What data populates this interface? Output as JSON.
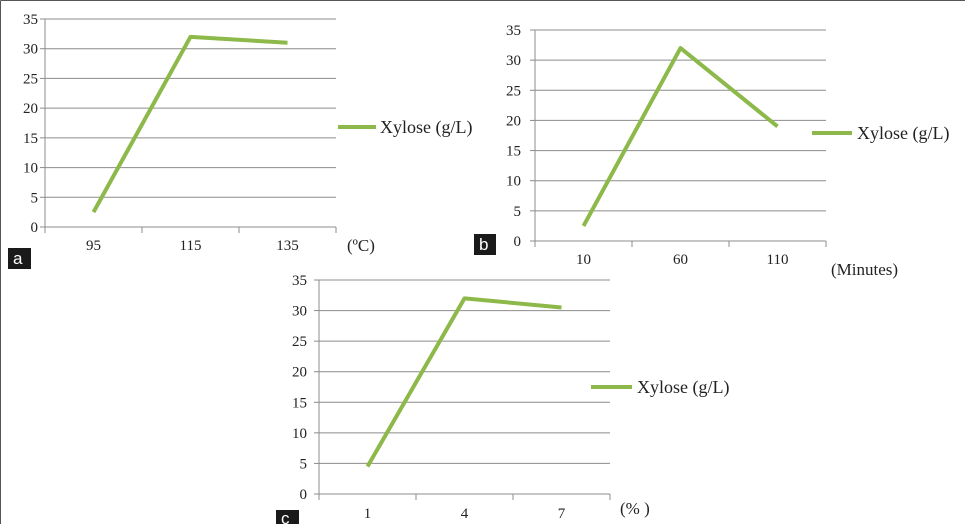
{
  "colors": {
    "line": "#8db84a",
    "grid": "#8c8c8c",
    "axis": "#8c8c8c",
    "panel_label_bg": "#1a1a1a"
  },
  "chart_data": [
    {
      "type": "line",
      "panel_label": "a",
      "categories": [
        "95",
        "115",
        "135"
      ],
      "series": [
        {
          "name": "Xylose (g/L)",
          "values": [
            2.5,
            32,
            31
          ]
        }
      ],
      "x_unit_label": "(ºC)",
      "yticks": [
        "0",
        "5",
        "10",
        "15",
        "20",
        "25",
        "30",
        "35"
      ],
      "ylim": [
        0,
        35
      ],
      "grid": true,
      "legend": "right"
    },
    {
      "type": "line",
      "panel_label": "b",
      "categories": [
        "10",
        "60",
        "110"
      ],
      "series": [
        {
          "name": "Xylose (g/L)",
          "values": [
            2.5,
            32,
            19
          ]
        }
      ],
      "x_unit_label": "(Minutes)",
      "yticks": [
        "0",
        "5",
        "10",
        "15",
        "20",
        "25",
        "30",
        "35"
      ],
      "ylim": [
        0,
        35
      ],
      "grid": true,
      "legend": "right"
    },
    {
      "type": "line",
      "panel_label": "c",
      "categories": [
        "1",
        "4",
        "7"
      ],
      "series": [
        {
          "name": "Xylose (g/L)",
          "values": [
            4.5,
            32,
            30.5
          ]
        }
      ],
      "x_unit_label": "(% )",
      "yticks": [
        "0",
        "5",
        "10",
        "15",
        "20",
        "25",
        "30",
        "35"
      ],
      "ylim": [
        0,
        35
      ],
      "grid": true,
      "legend": "right"
    }
  ]
}
